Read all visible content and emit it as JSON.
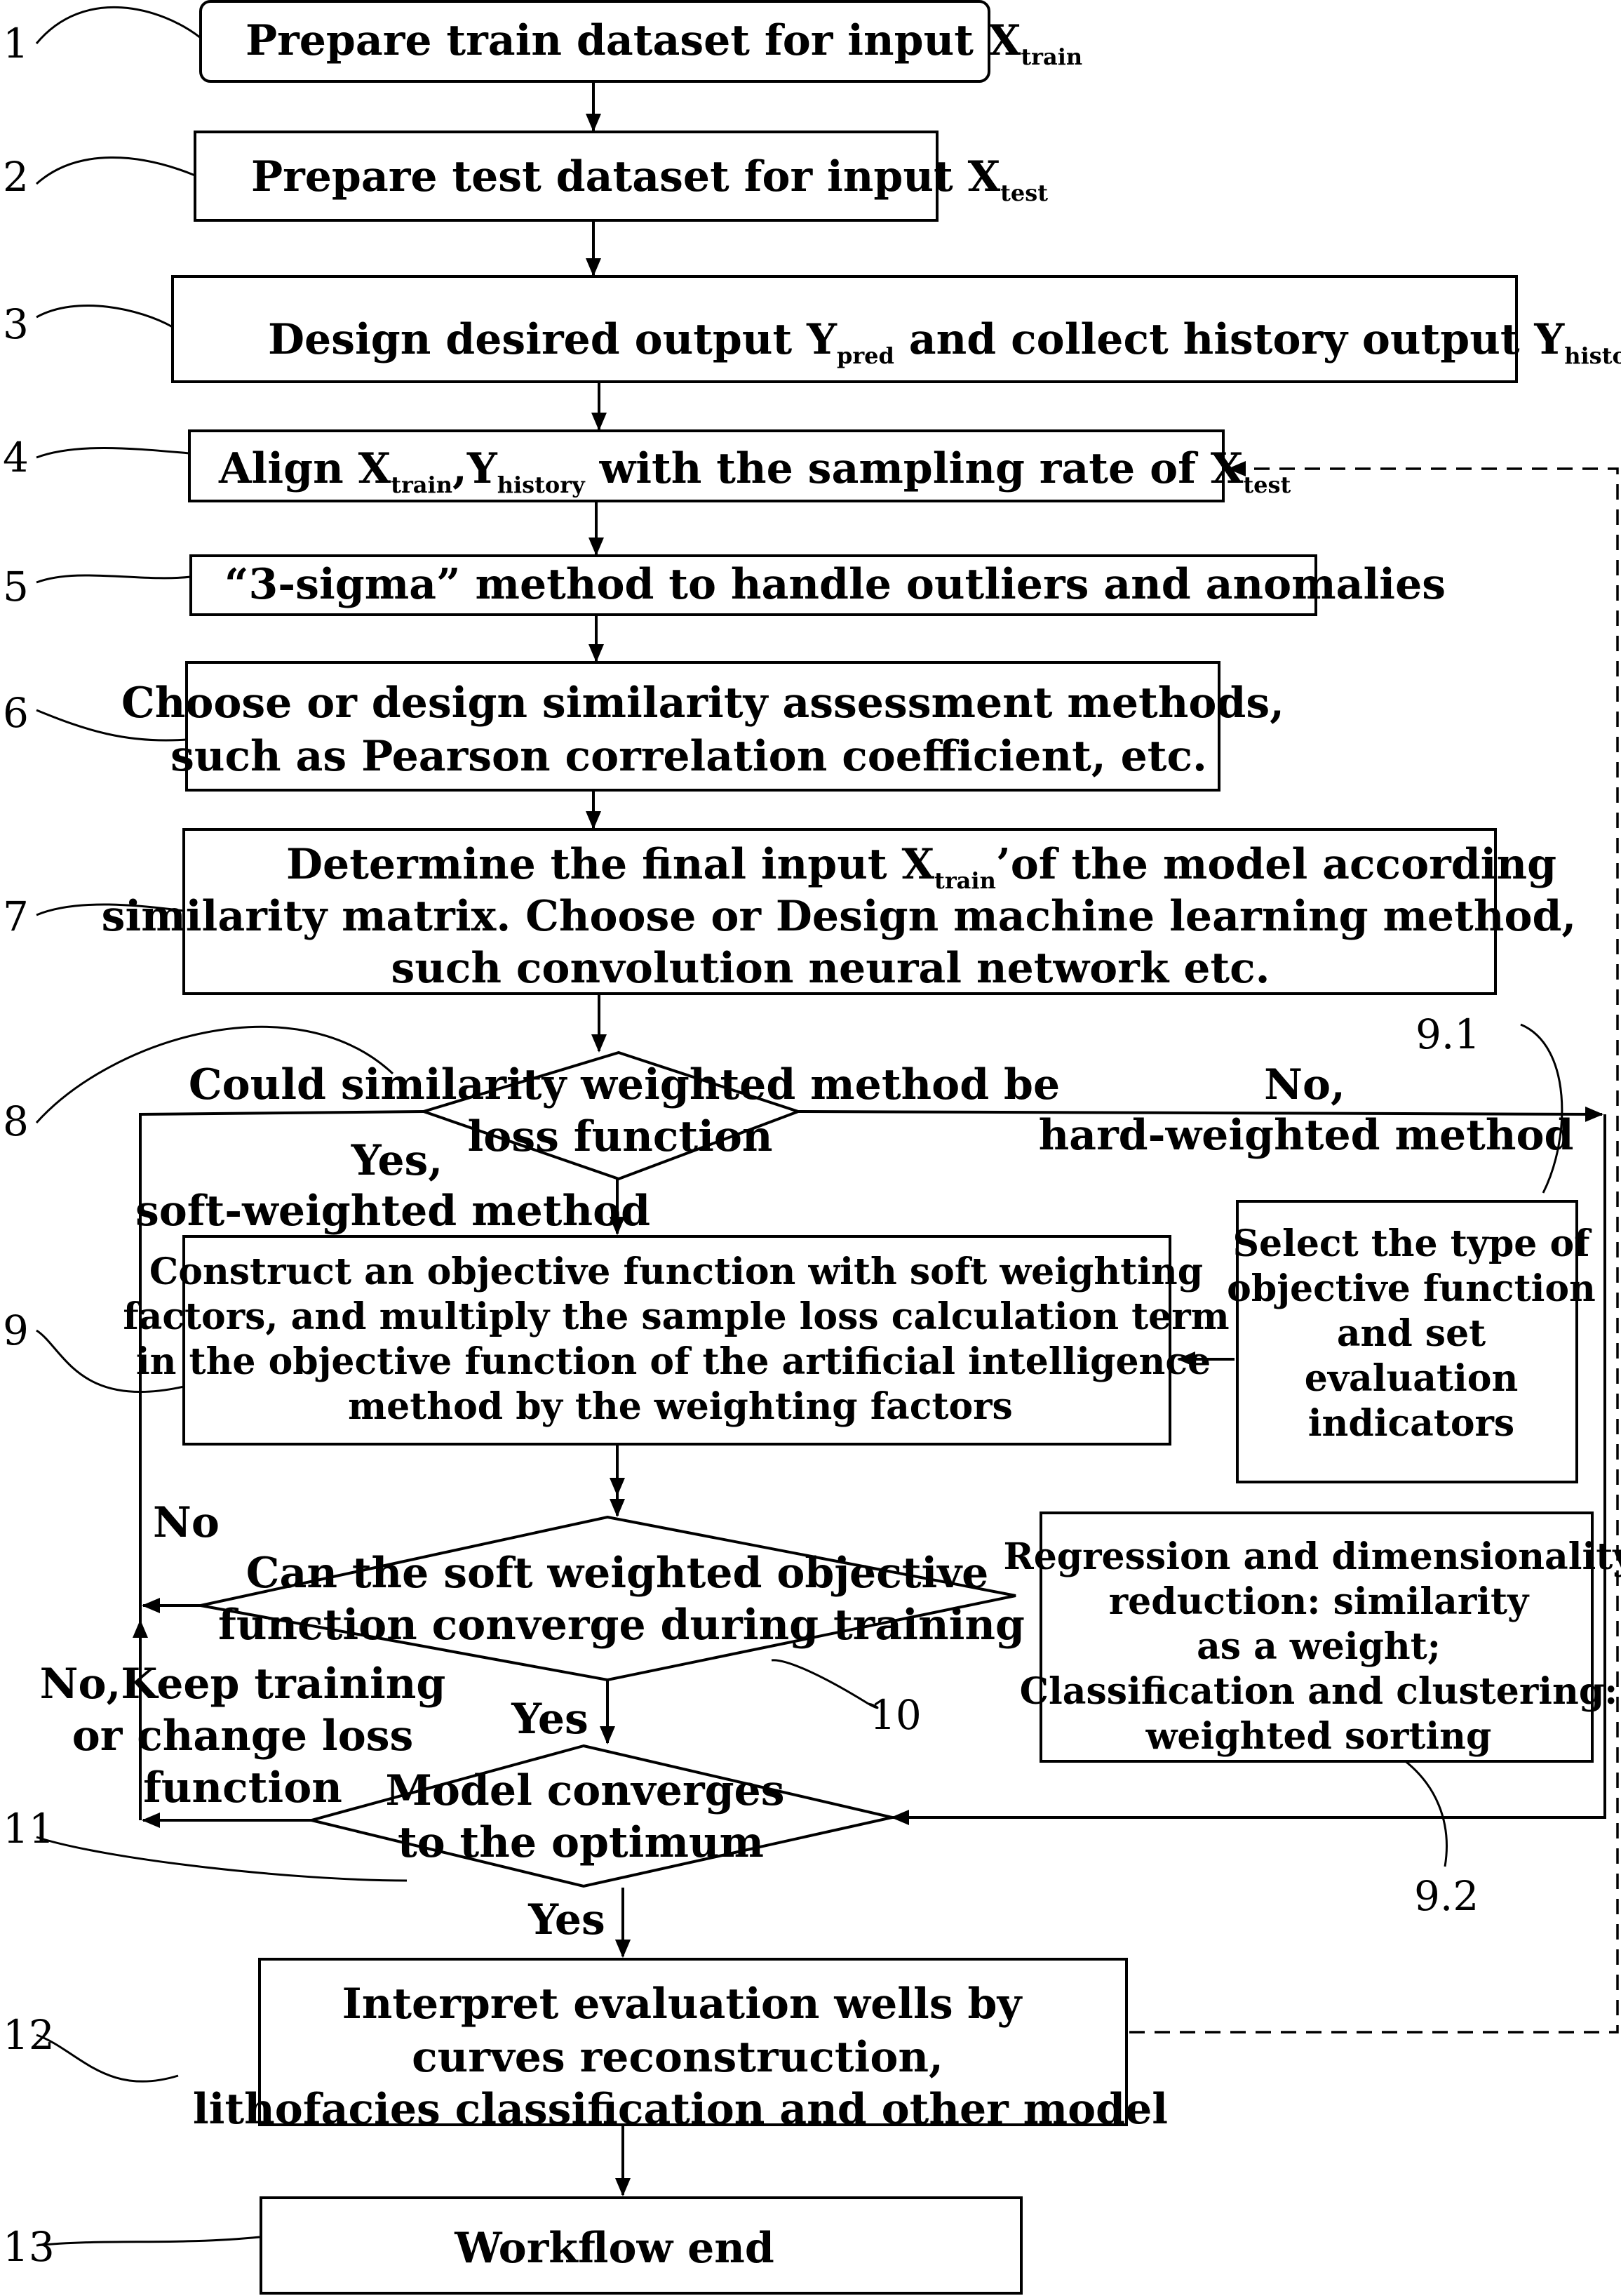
{
  "step_numbers": [
    "1",
    "2",
    "3",
    "4",
    "5",
    "6",
    "7",
    "8",
    "9",
    "10",
    "11",
    "12",
    "13",
    "9.1",
    "9.2"
  ],
  "steps": {
    "s1": {
      "text": "Prepare train dataset for input X",
      "sub": "train"
    },
    "s2": {
      "text": "Prepare test dataset for input X",
      "sub": "test"
    },
    "s3": {
      "t1": "Design desired output Y",
      "sub1": "pred",
      "t2": " and collect history output Y",
      "sub2": "history"
    },
    "s4": {
      "t1": "Align X",
      "sub1": "train",
      "t2": ",Y",
      "sub2": "history",
      "t3": " with the sampling rate of X",
      "sub3": "test"
    },
    "s5": {
      "text": "“3-sigma” method  to handle outliers and anomalies"
    },
    "s6": {
      "lines": [
        "Choose or design similarity assessment methods,",
        "such as Pearson correlation coefficient, etc."
      ]
    },
    "s7": {
      "l1a": "Determine the final input X",
      "l1sub": "train",
      "l1b": "’of the model according",
      "l2": "similarity matrix. Choose or Design machine learning method,",
      "l3": "such convolution neural network etc."
    },
    "s8": {
      "lines": [
        "Could similarity weighted method be",
        "loss function"
      ]
    },
    "s9": {
      "lines": [
        "Construct an objective function with soft weighting",
        "factors, and multiply the sample loss calculation term",
        "in the objective function of  the artificial intelligence",
        "method  by the weighting factors"
      ]
    },
    "s10": {
      "lines": [
        "Can the soft weighted objective",
        "function converge during training"
      ]
    },
    "s11": {
      "lines": [
        "Model converges",
        "to the optimum"
      ]
    },
    "s12": {
      "lines": [
        "Interpret evaluation wells by",
        "curves reconstruction,",
        "lithofacies classification and other model"
      ]
    },
    "s13": {
      "text": "Workflow end"
    },
    "s91": {
      "lines": [
        "Select the type of",
        "objective function",
        "and set",
        "evaluation",
        "indicators"
      ]
    },
    "s92": {
      "lines": [
        "Regression and dimensionality",
        "reduction: similarity",
        "as a weight;",
        "Classification and clustering:",
        "weighted sorting"
      ]
    }
  },
  "labels": {
    "yes_soft": [
      "Yes,",
      "soft-weighted method"
    ],
    "no_hard": [
      "No,",
      "hard-weighted method"
    ],
    "no": "No",
    "yes": "Yes",
    "keep_training": [
      "No,Keep training",
      "or change loss",
      "function"
    ]
  }
}
